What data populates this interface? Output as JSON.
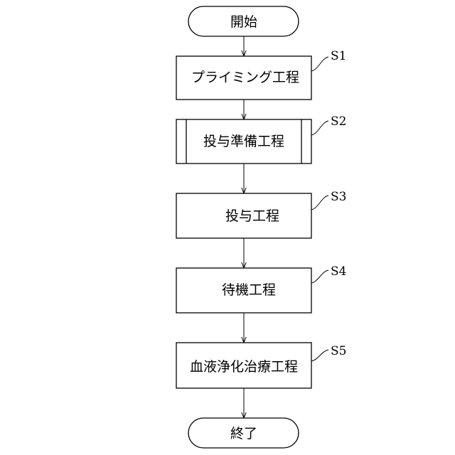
{
  "flowchart": {
    "start": {
      "text": "開始"
    },
    "steps": [
      {
        "label": "S1",
        "text": "プライミング工程",
        "subprocess": false
      },
      {
        "label": "S2",
        "text": "投与準備工程",
        "subprocess": true
      },
      {
        "label": "S3",
        "text": "投与工程",
        "subprocess": false
      },
      {
        "label": "S4",
        "text": "待機工程",
        "subprocess": false
      },
      {
        "label": "S5",
        "text": "血液浄化治療工程",
        "subprocess": false
      }
    ],
    "end": {
      "text": "終了"
    }
  }
}
